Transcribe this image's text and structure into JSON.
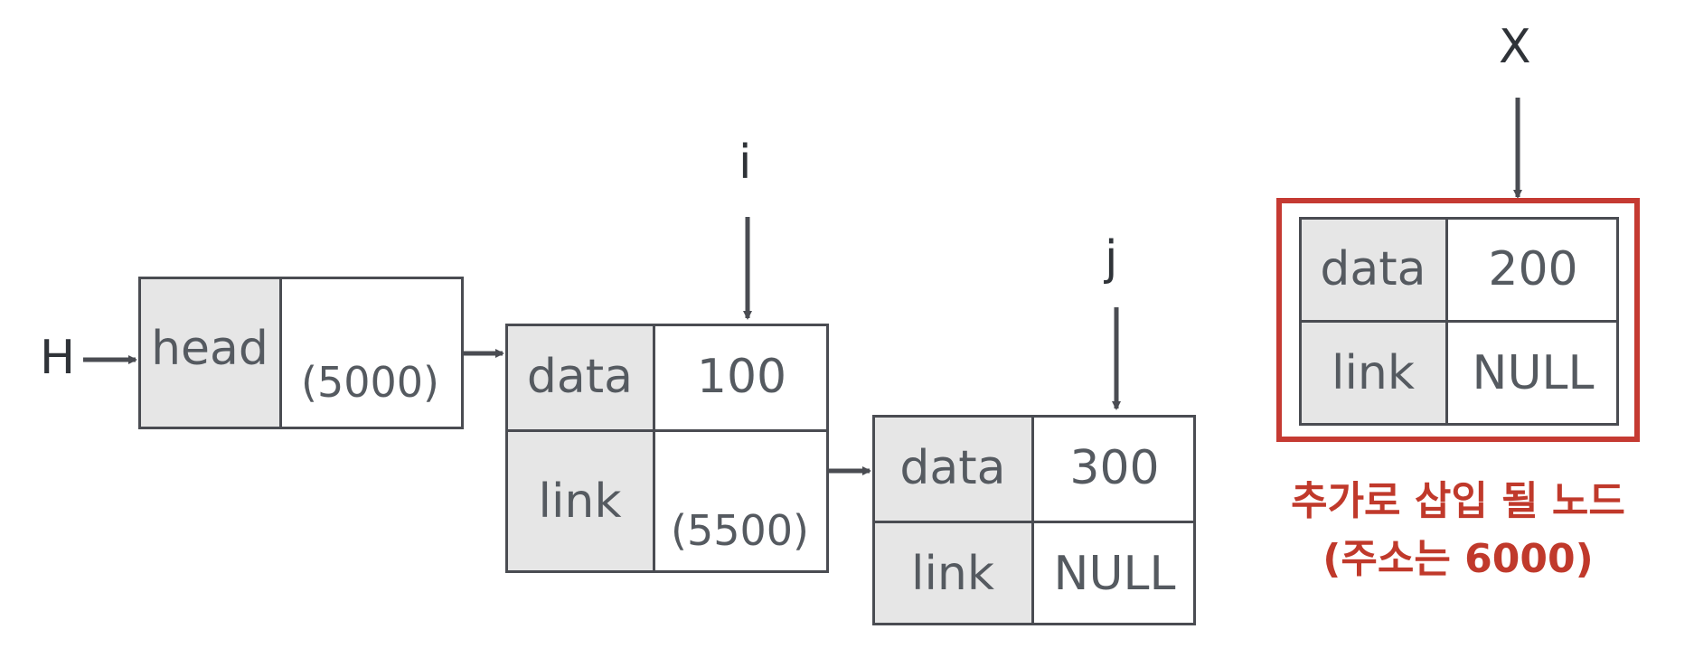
{
  "colors": {
    "arrow": "#4a4c52",
    "cell_gray": "#e6e6e6",
    "highlight": "#c53a32",
    "caption": "#c0392b"
  },
  "head_node": {
    "pointer": "H",
    "label": "head",
    "address": "(5000)"
  },
  "node_i": {
    "pointer": "i",
    "data_label": "data",
    "data_value": "100",
    "link_label": "link",
    "link_value": "(5500)"
  },
  "node_j": {
    "pointer": "j",
    "data_label": "data",
    "data_value": "300",
    "link_label": "link",
    "link_value": "NULL"
  },
  "node_x": {
    "pointer": "X",
    "data_label": "data",
    "data_value": "200",
    "link_label": "link",
    "link_value": "NULL"
  },
  "caption": {
    "line1": "추가로 삽입 될 노드",
    "line2": "(주소는 6000)"
  }
}
